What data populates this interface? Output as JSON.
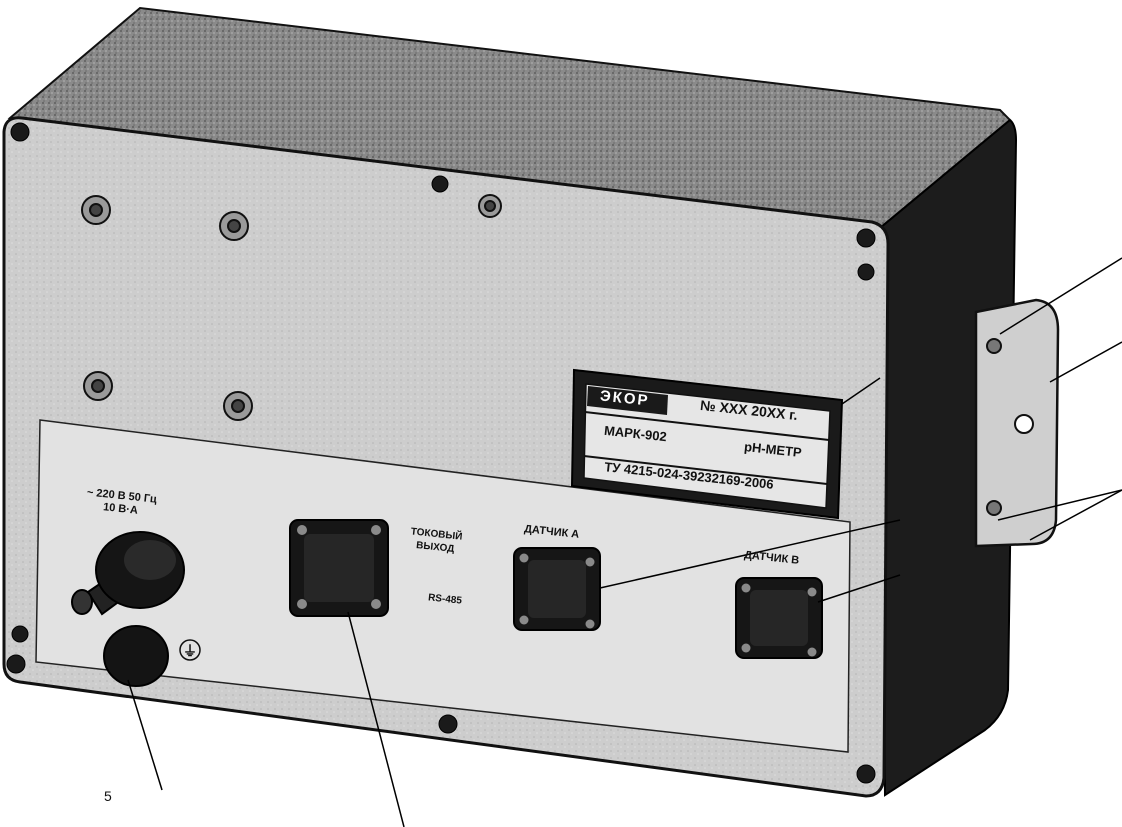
{
  "device": {
    "nameplate": {
      "logo": "ЭКОР",
      "serial": "№ XXX  20XX г.",
      "model": "МАРК-902",
      "type": "pH-МЕТР",
      "spec": "ТУ 4215-024-39232169-2006"
    },
    "power_label_line1": "~ 220 В  50 Гц",
    "power_label_line2": "10 В·А",
    "current_output_line1": "ТОКОВЫЙ",
    "current_output_line2": "ВЫХОД",
    "interface_label": "RS-485",
    "sensor_a_label": "ДАТЧИК А",
    "sensor_b_label": "ДАТЧИК В",
    "ground_symbol": "⏚",
    "callout_digit": "5"
  },
  "colors": {
    "panel": "#c9c9c9",
    "sub_panel": "#e2e2e2",
    "side": "#1c1c1c",
    "top": "#7f7f7f",
    "connector": "#161616",
    "plate": "#1a1a1a"
  }
}
